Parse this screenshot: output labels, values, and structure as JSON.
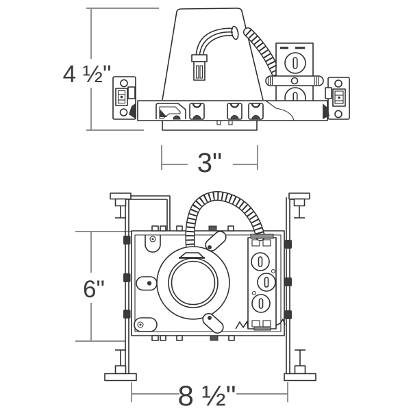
{
  "page": {
    "background_color": "#ffffff",
    "line_color": "#2f2f2f",
    "dimension_line_color": "#7e7e7e",
    "text_color": "#3a3a3a"
  },
  "diagram": {
    "dimensions": {
      "height": {
        "label": "4 ½\""
      },
      "aperture": {
        "label": "3\""
      },
      "depth": {
        "label": "6\""
      },
      "width": {
        "label": "8 ½\""
      }
    }
  }
}
